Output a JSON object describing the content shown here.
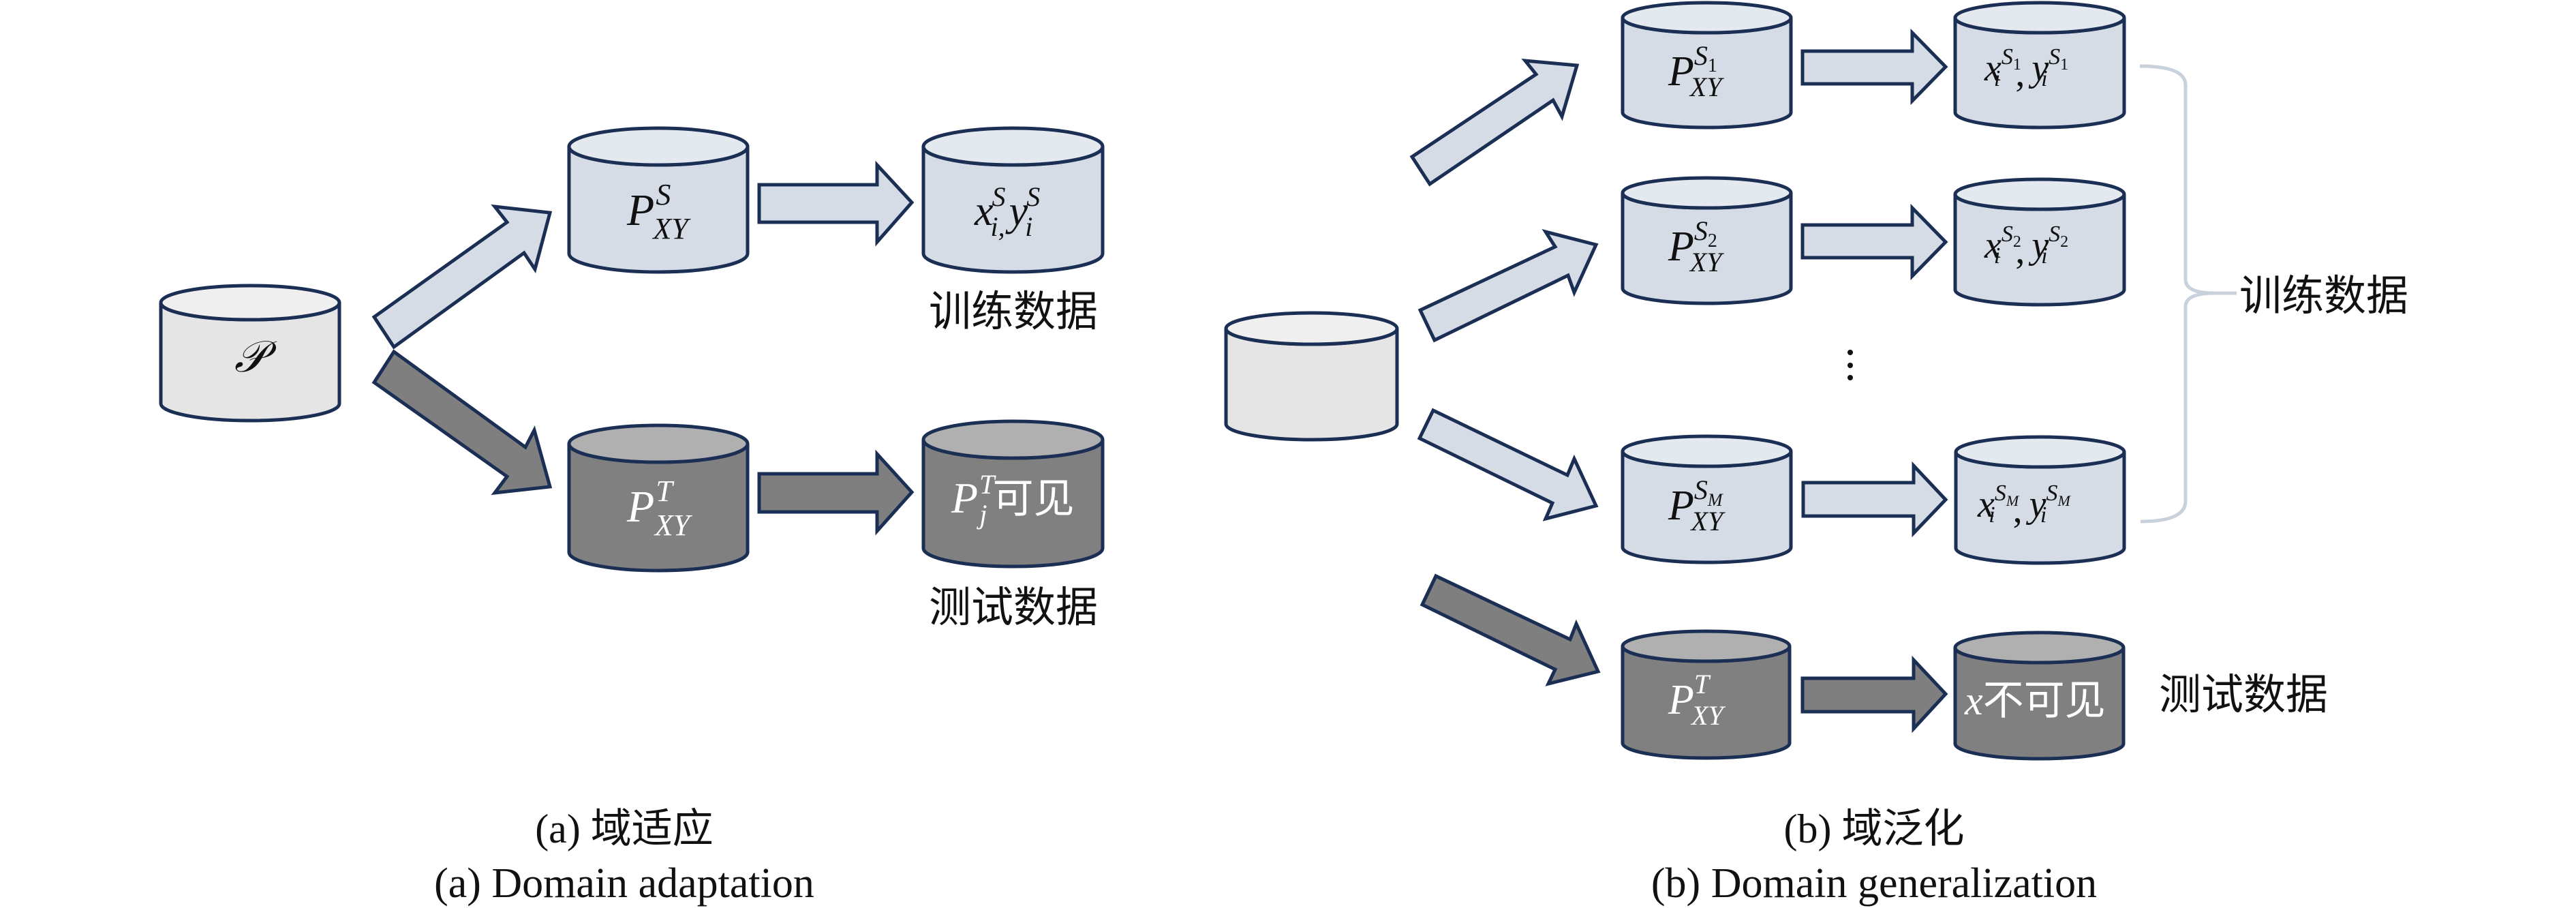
{
  "figure": {
    "panel_a": {
      "source": {
        "symbol": "𝒫"
      },
      "source_domain": {
        "base": "P",
        "sup": "S",
        "sub": "XY"
      },
      "source_samples": {
        "x": "x",
        "x_sub": "i,",
        "x_sup": "S",
        "y": "y",
        "y_sub": "i",
        "y_sup": "S"
      },
      "target_domain": {
        "base": "P",
        "sup": "T",
        "sub": "XY"
      },
      "target_samples": {
        "base": "P",
        "sup": "T",
        "sub": "j",
        "suffix": "可见"
      },
      "train_label": "训练数据",
      "test_label": "测试数据",
      "caption_cn": "(a) 域适应",
      "caption_en": "(a) Domain adaptation"
    },
    "panel_b": {
      "source_domains": [
        {
          "base": "P",
          "sup": "S",
          "sup_sub": "1",
          "sub": "XY",
          "x": "x",
          "x_sub": "i",
          "y": "y",
          "y_sub": "i",
          "sep": ","
        },
        {
          "base": "P",
          "sup": "S",
          "sup_sub": "2",
          "sub": "XY",
          "x": "x",
          "x_sub": "i",
          "y": "y",
          "y_sub": "i",
          "sep": ","
        },
        {
          "base": "P",
          "sup": "S",
          "sup_sub": "M",
          "sub": "XY",
          "x": "x",
          "x_sub": "i",
          "y": "y",
          "y_sub": "i",
          "sep": ","
        }
      ],
      "ellipsis": "⋮",
      "target_domain": {
        "base": "P",
        "sup": "T",
        "sub": "XY"
      },
      "target_samples": {
        "x": "x",
        "suffix": "不可见"
      },
      "train_label": "训练数据",
      "test_label": "测试数据",
      "caption_cn": "(b) 域泛化",
      "caption_en": "(b) Domain generalization"
    },
    "colors": {
      "outline": "#1b2f55",
      "source_fill": "#d5dce6",
      "target_fill": "#808080",
      "origin_fill": "#e5e5e5",
      "brace": "#c9d1dc"
    }
  }
}
